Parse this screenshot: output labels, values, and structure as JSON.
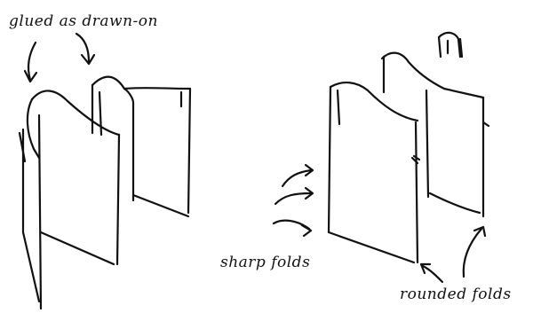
{
  "labels": {
    "glued": "glued as drawn-on",
    "sharp": "sharp folds",
    "rounded": "rounded folds"
  },
  "colors": {
    "ink": "#111111",
    "paper": "#ffffff"
  }
}
